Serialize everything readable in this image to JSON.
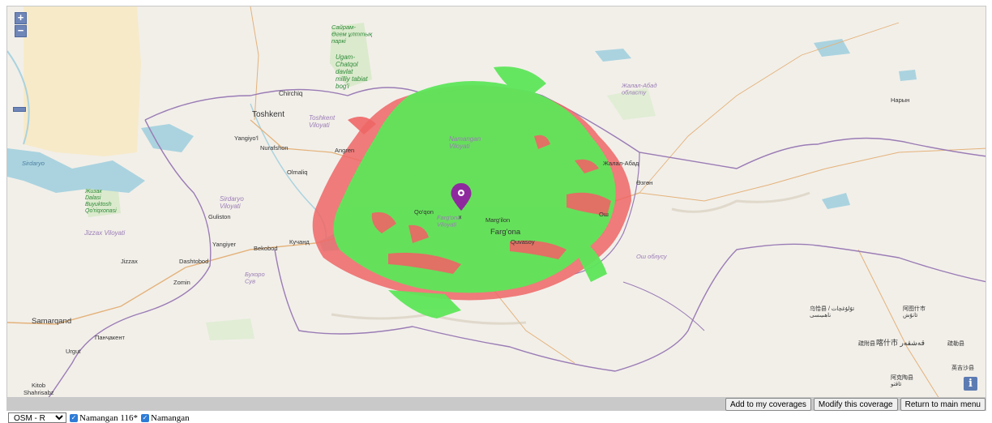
{
  "map": {
    "zoom_in_label": "+",
    "zoom_out_label": "−",
    "info_label": "i",
    "transmitter_label": "x",
    "labels": {
      "toshkent": "Toshkent",
      "toshkent_viloyati": "Toshkent\nViloyati",
      "chirchiq": "Chirchiq",
      "yangiyo_l": "Yangiyo'l",
      "nurafshon": "Nurafshon",
      "angren": "Angren",
      "olmaliq": "Olmaliq",
      "guliston": "Guliston",
      "sirdaryo": "Sirdaryo\nViloyati",
      "jizzax": "Jizzax",
      "jizzax_viloyati": "Jizzax Viloyati",
      "dashtobod": "Dashtobod",
      "zomin": "Zomin",
      "yangiyer": "Yangiyer",
      "bekobod": "Bekobod",
      "kuchkand": "Кучанд",
      "samarqand": "Samarqand",
      "panjakent": "Панҷакент",
      "urgut": "Urgut",
      "kitob": "Kitob",
      "shahrisabz": "Shahrisabz",
      "namangan_viloyati": "Namangan\nViloyati",
      "qo_qon": "Qo'qon",
      "marg_ilon": "Marg'ilon",
      "farg_ona": "Farg'ona",
      "farg_ona_viloyati": "Farg'ona\nViloyati",
      "quvasoy": "Quvasoy",
      "jalal_abad": "Жалал-Абад",
      "jalal_abad_oblast": "Жалал-Абад\nобласту",
      "uzgen": "Өзгөн",
      "osh": "Ош",
      "osh_oblast": "Ош облусу",
      "naryn": "Нарын",
      "sirdaryo_water": "Sirdaryo",
      "jizzax_dalasi": "Жизак\nDalasi\nBuyuktosh\nQo'riqxonasi",
      "chotqol": "Ugam-\nChatqol\ndavlat\nmilliy tabiat\nbog'i",
      "sayram": "Сайрам-\nӨгем ұлттық\nпаркі",
      "kashgar": "喀什市 قەشقەر",
      "atush": "阿图什市\nئاتۇش",
      "wuqia": "乌恰县 / ئۇلۇغچات\nناھىيىسى",
      "akto": "阿克陶县\nئاقتو",
      "shufu": "疏附县",
      "shule": "疏勒县",
      "yengisar": "英吉沙县",
      "buxoro_suv": "Бухоро\nСув"
    }
  },
  "buttons": {
    "add_coverage": "Add to my coverages",
    "modify_coverage": "Modify this coverage",
    "return_menu": "Return to main menu"
  },
  "controls": {
    "base_layer_selected": "OSM - R",
    "layers": [
      {
        "label": "Namangan 116*",
        "checked": true
      },
      {
        "label": "Namangan",
        "checked": true
      }
    ]
  },
  "colors": {
    "coverage_green": "#5ee65a",
    "coverage_red": "#ee6666",
    "marker_purple": "#8e2a9e",
    "map_background": "#f2efe9",
    "water": "#aad3df",
    "border": "#9a7cb5"
  }
}
